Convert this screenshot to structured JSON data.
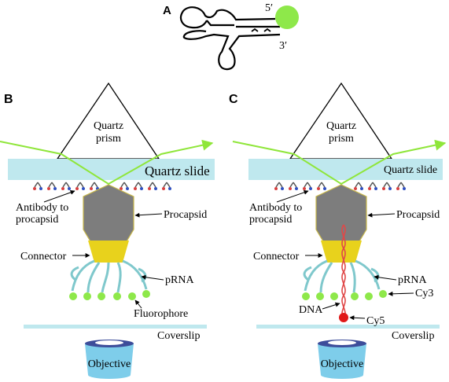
{
  "panel_a": {
    "letter": "A",
    "five_prime": "5′",
    "three_prime": "3′"
  },
  "panel_b": {
    "letter": "B",
    "prism_label": [
      "Quartz",
      "prism"
    ],
    "slide_label": "Quartz slide",
    "antibody_label": [
      "Antibody to",
      "procapsid"
    ],
    "procapsid_label": "Procapsid",
    "connector_label": "Connector",
    "prna_label": "pRNA",
    "fluorophore_label": "Fluorophore",
    "coverslip_label": "Coverslip",
    "objective_label": "Objective"
  },
  "panel_c": {
    "letter": "C",
    "prism_label": [
      "Quartz",
      "prism"
    ],
    "slide_label": "Quartz slide",
    "antibody_label": [
      "Antibody to",
      "procapsid"
    ],
    "procapsid_label": "Procapsid",
    "connector_label": "Connector",
    "prna_label": "pRNA",
    "cy3_label": "Cy3",
    "dna_label": "DNA",
    "cy5_label": "Cy5",
    "coverslip_label": "Coverslip",
    "objective_label": "Objective"
  },
  "colors": {
    "laser": "#8fe63a",
    "slide": "#bfe8ee",
    "coverslip": "#bfe8ee",
    "procapsid": "#7d7d7d",
    "connector": "#e8d21c",
    "prna": "#7fc8cc",
    "fluorophore": "#8ee84a",
    "dna": "#e04848",
    "cy5": "#e01818",
    "objective": "#7ecdea"
  }
}
